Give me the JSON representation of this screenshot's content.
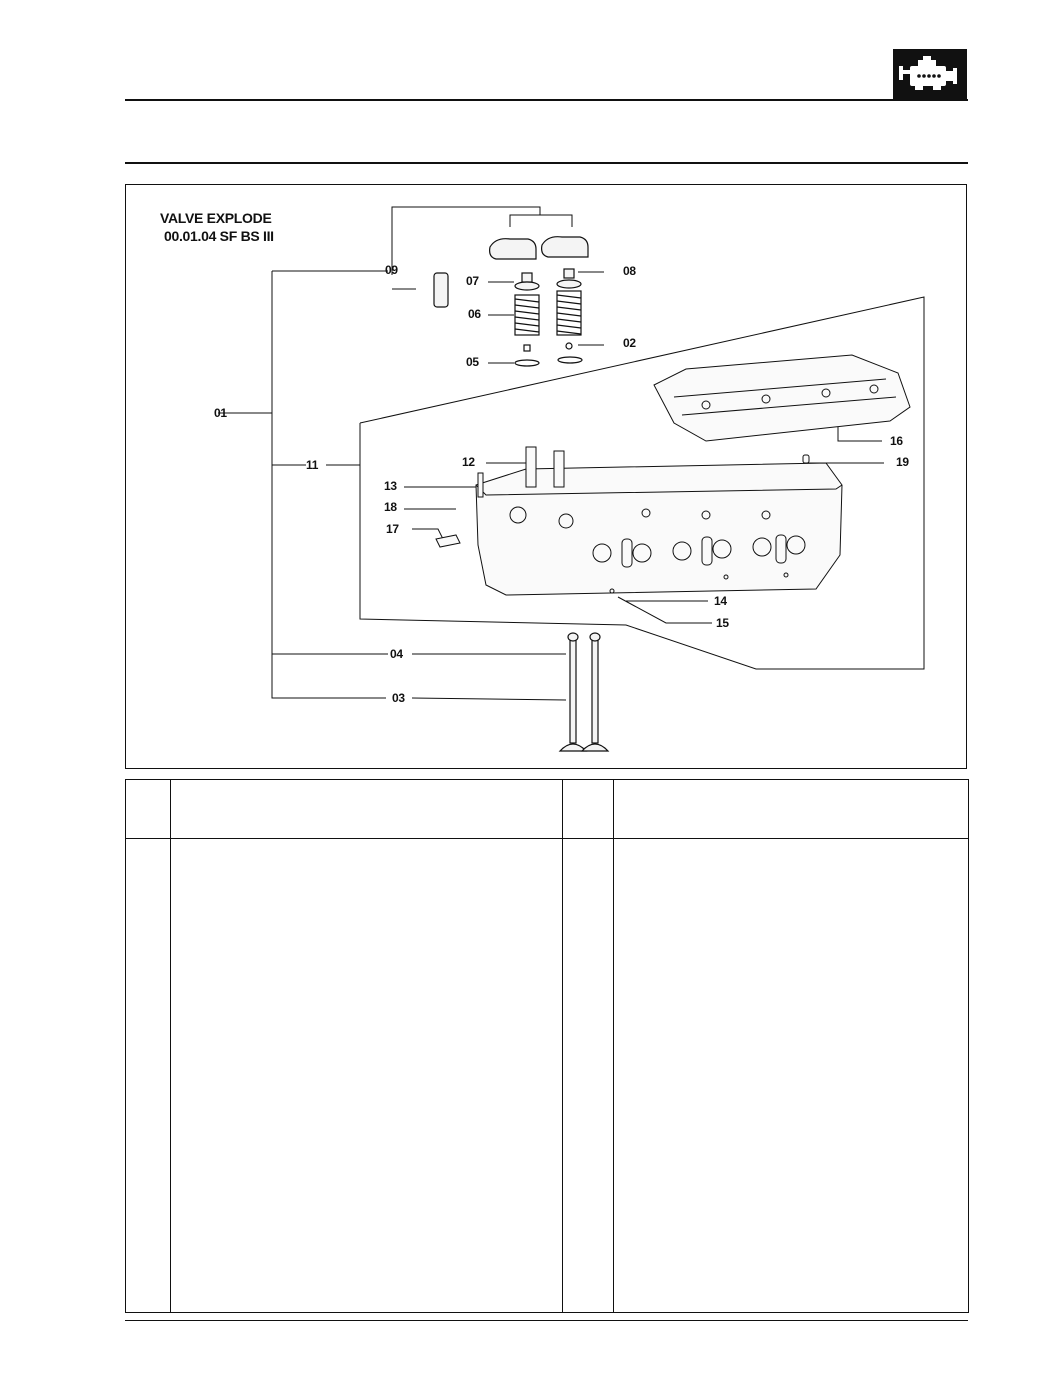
{
  "header": {
    "badge_icon": "engine-icon"
  },
  "diagram": {
    "title_line1": "VALVE EXPLODE",
    "title_line2": "00.01.04 SF BS III",
    "labels": {
      "l01": "01",
      "l02": "02",
      "l03": "03",
      "l04": "04",
      "l05": "05",
      "l06": "06",
      "l07": "07",
      "l08": "08",
      "l09": "09",
      "l11": "11",
      "l12": "12",
      "l13": "13",
      "l14": "14",
      "l15": "15",
      "l16": "16",
      "l17": "17",
      "l18": "18",
      "l19": "19"
    }
  },
  "parts_table": {
    "headers": [
      "",
      "",
      "",
      ""
    ],
    "rows": []
  },
  "colors": {
    "ink": "#111111",
    "paper": "#ffffff",
    "part_fill": "#f4f4f4"
  }
}
